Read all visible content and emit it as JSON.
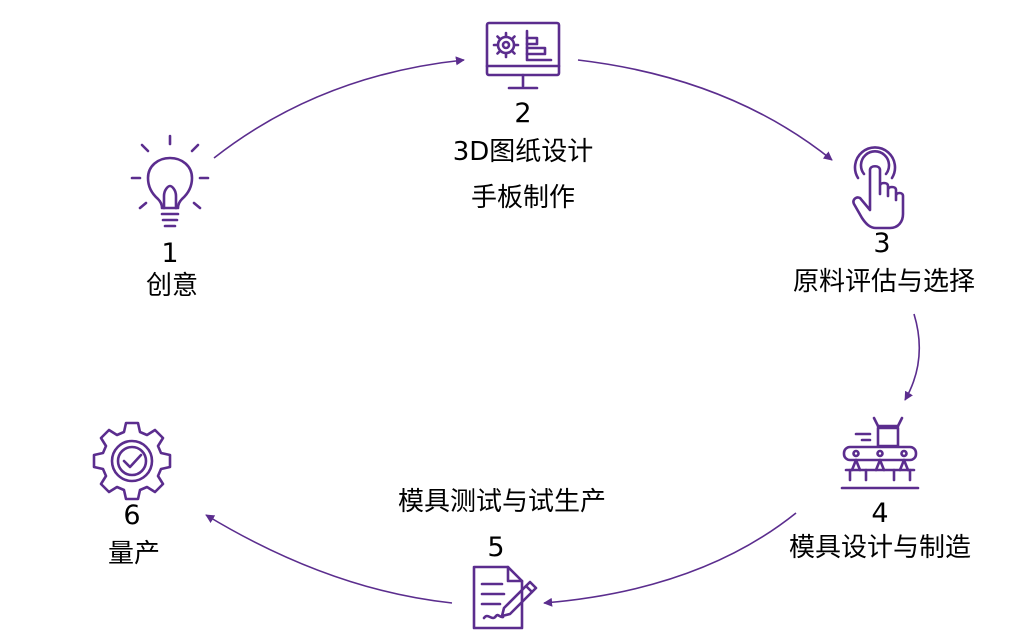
{
  "colors": {
    "accent": "#5b2d8e",
    "text": "#000000",
    "background": "#ffffff"
  },
  "steps": [
    {
      "number": "1",
      "label": "创意",
      "icon": "lightbulb-icon"
    },
    {
      "number": "2",
      "label_line1": "3D图纸设计",
      "label_line2": "手板制作",
      "icon": "monitor-gear-icon"
    },
    {
      "number": "3",
      "label": "原料评估与选择",
      "icon": "hand-touch-icon"
    },
    {
      "number": "4",
      "label": "模具设计与制造",
      "icon": "conveyor-robot-icon"
    },
    {
      "number": "5",
      "label": "模具测试与试生产",
      "icon": "document-signing-icon"
    },
    {
      "number": "6",
      "label": "量产",
      "icon": "gear-check-icon"
    }
  ]
}
